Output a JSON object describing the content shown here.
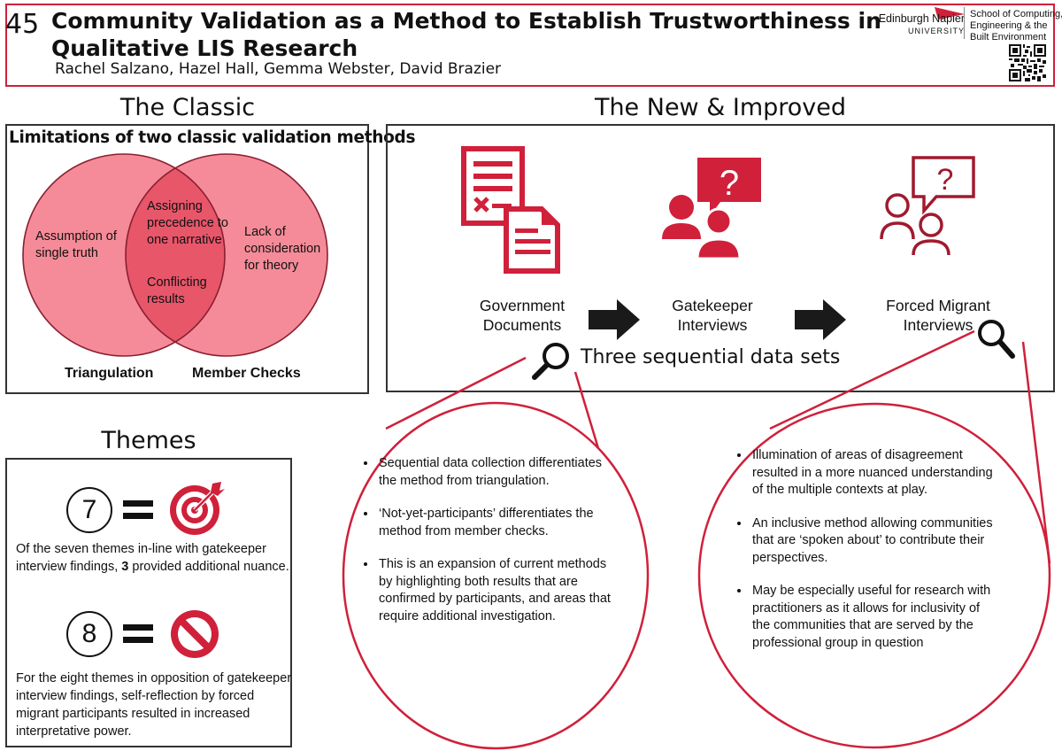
{
  "header": {
    "poster_number": "45",
    "title_line1": "Community Validation as a Method to Establish Trustworthiness in",
    "title_line2": "Qualitative LIS Research",
    "authors": "Rachel Salzano, Hazel Hall, Gemma Webster, David Brazier",
    "university_name": "Edinburgh Napier",
    "university_word": "UNIVERSITY",
    "school_lines": [
      "School of Computing,",
      "Engineering & the",
      "Built Environment"
    ]
  },
  "classic": {
    "heading": "The Classic",
    "subtitle": "Limitations of two classic validation methods",
    "left_only": [
      "Assumption of",
      "single truth"
    ],
    "overlap_top": [
      "Assigning",
      "precedence to",
      "one narrative"
    ],
    "overlap_bottom": [
      "Conflicting",
      "results"
    ],
    "right_only": [
      "Lack of",
      "consideration",
      "for theory"
    ],
    "left_label": "Triangulation",
    "right_label": "Member Checks"
  },
  "new_improved": {
    "heading": "The New & Improved",
    "steps": [
      {
        "line1": "Government",
        "line2": "Documents",
        "icon": "documents-icon"
      },
      {
        "line1": "Gatekeeper",
        "line2": "Interviews",
        "icon": "interview-icon"
      },
      {
        "line1": "Forced Migrant",
        "line2": "Interviews",
        "icon": "interview-outline-icon"
      }
    ],
    "data_sets_label": "Three sequential data sets"
  },
  "bubble_left": {
    "items": [
      "Sequential data collection differentiates the method from triangulation.",
      "‘Not-yet-participants’ differentiates the method from member checks.",
      "This is an expansion of current methods by highlighting both results that are confirmed by participants, and areas that require additional investigation."
    ]
  },
  "bubble_right": {
    "items": [
      "Illumination of areas of disagreement resulted in a more nuanced understanding of the multiple contexts at play.",
      "An inclusive method allowing communities that are ‘spoken about’ to contribute their perspectives.",
      "May be especially useful for research with practitioners as it allows for inclusivity of the communities that are served by the professional group in question"
    ]
  },
  "themes": {
    "heading": "Themes",
    "theme1": {
      "number": "7",
      "icon": "target-icon",
      "desc_before": "Of the seven themes in-line with gatekeeper interview findings, ",
      "desc_bold": "3",
      "desc_after": " provided additional nuance."
    },
    "theme2": {
      "number": "8",
      "icon": "prohibited-icon",
      "desc": "For the eight themes in opposition of gatekeeper interview findings, self-reflection by forced migrant participants resulted in increased interpretative power."
    }
  },
  "colors": {
    "accent": "#d0203a",
    "venn_fill": "#f58b98",
    "venn_overlap": "#e8566a",
    "stroke": "#8a1f30"
  }
}
